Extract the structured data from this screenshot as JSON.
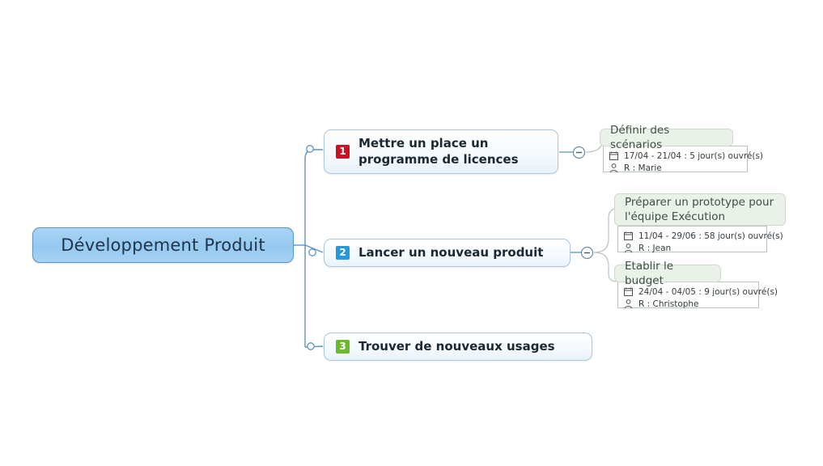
{
  "diagram": {
    "type": "mindmap",
    "background": "#ffffff",
    "connector_color": "#5b93c4",
    "sub_connector_color": "#b9c4bd"
  },
  "root": {
    "label": "Développement Produit",
    "fill": "#9fcef2",
    "border": "#5b93c4"
  },
  "branches": [
    {
      "badge": "1",
      "badge_color": "#cc1122",
      "label_line1": "Mettre un place un",
      "label_line2": "programme de licences",
      "collapse_icon": "minus-circle-icon"
    },
    {
      "badge": "2",
      "badge_color": "#2699dd",
      "label_line1": "Lancer un nouveau produit",
      "label_line2": "",
      "collapse_icon": "minus-circle-icon"
    },
    {
      "badge": "3",
      "badge_color": "#6cba2b",
      "label_line1": "Trouver de nouveaux usages",
      "label_line2": "",
      "collapse_icon": ""
    }
  ],
  "tasks": [
    {
      "title_line1": "Définir des scénarios",
      "title_line2": "",
      "date_icon": "calendar-icon",
      "dates": "17/04 - 21/04 : 5 jour(s) ouvré(s)",
      "person_icon": "person-icon",
      "owner": "R : Marie",
      "parent_badge": "1"
    },
    {
      "title_line1": "Préparer un prototype pour",
      "title_line2": "l'équipe Exécution",
      "date_icon": "calendar-icon",
      "dates": "11/04 - 29/06 : 58 jour(s) ouvré(s)",
      "person_icon": "person-icon",
      "owner": "R : Jean",
      "parent_badge": "2"
    },
    {
      "title_line1": "Etablir le budget",
      "title_line2": "",
      "date_icon": "calendar-icon",
      "dates": "24/04 - 04/05 : 9 jour(s) ouvré(s)",
      "person_icon": "person-icon",
      "owner": "R : Christophe",
      "parent_badge": "2"
    }
  ]
}
